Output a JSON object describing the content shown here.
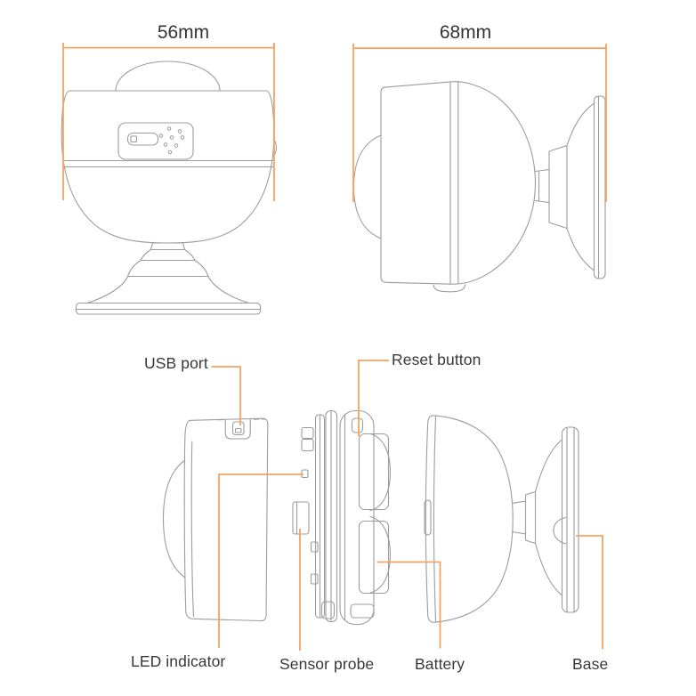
{
  "diagram": {
    "colors": {
      "accent_orange": "#F5A263",
      "line_gray": "#9C9C9C",
      "text": "#383838"
    },
    "dimension_views": {
      "front": {
        "width_label": "56mm"
      },
      "side": {
        "width_label": "68mm"
      }
    },
    "exploded_view": {
      "labels": {
        "usb_port": "USB port",
        "reset_button": "Reset button",
        "led_indicator": "LED indicator",
        "sensor_probe": "Sensor probe",
        "battery": "Battery",
        "base": "Base"
      }
    }
  }
}
